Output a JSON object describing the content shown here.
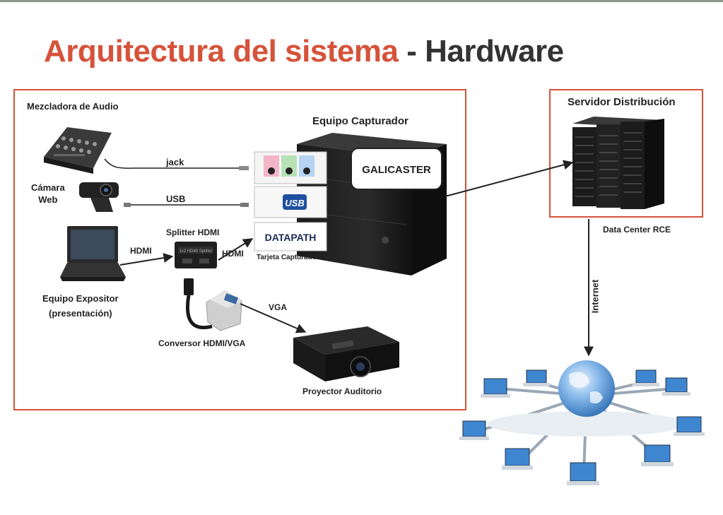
{
  "title": {
    "part1": "Arquitectura del sistema",
    "sep": " - ",
    "part2": "Hardware"
  },
  "labels": {
    "mixer": "Mezcladora de Audio",
    "capture_pc": "Equipo Capturador",
    "camera": "Cámara\nWeb",
    "jack": "jack",
    "usb": "USB",
    "splitter": "Splitter HDMI",
    "hdmi_in": "HDMI",
    "hdmi_out": "HDMI",
    "capture_card": "Tarjeta Capturadora",
    "presenter": "Equipo Expositor\n(presentación)",
    "vga": "VGA",
    "converter": "Conversor HDMI/VGA",
    "projector": "Proyector Auditorio",
    "server": "Servidor Distribución",
    "datacenter": "Data Center RCE",
    "internet": "Internet"
  },
  "brand": {
    "galicaster": "GALICASTER",
    "datapath": "DATAPATH",
    "usb_logo": "USB",
    "splitter_screen": "1x2 HDMI Splitter"
  },
  "colors": {
    "accent": "#d5533a",
    "dark": "#333333",
    "globe": "#4a90d9"
  }
}
